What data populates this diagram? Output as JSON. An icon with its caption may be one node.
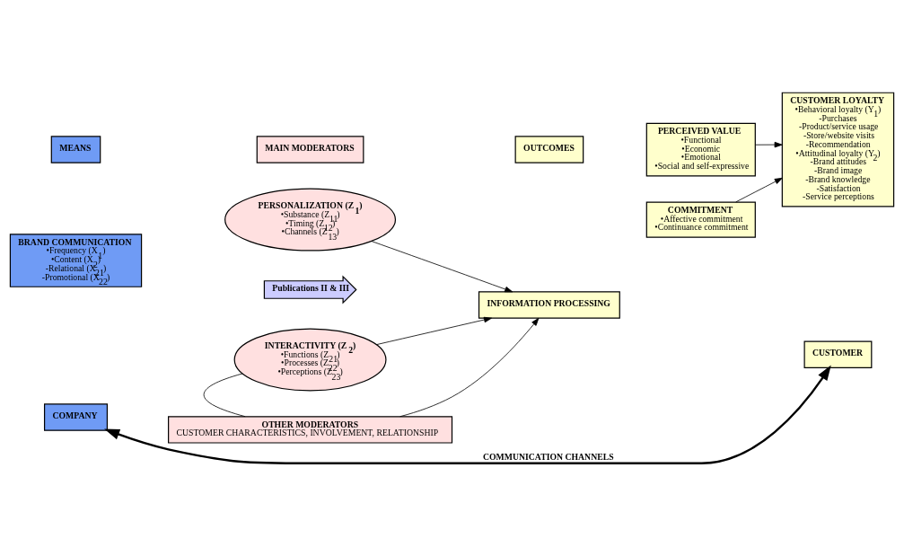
{
  "diagram": {
    "nodes": [
      {
        "text": [
          "MEANS"
        ]
      },
      {
        "text": [
          "MAIN MODERATORS"
        ]
      },
      {
        "text": [
          "OUTCOMES"
        ]
      },
      {
        "text": [
          "BRAND COMMUNICATION",
          "•Frequency (X$_{1}$)",
          "•Content (X$_{2}$)",
          "-Relational (X$_{21}$)",
          "-Promotional (X$_{22}$)"
        ]
      },
      {
        "text": [
          "PERSONALIZATION (Z$_{1}$)",
          "•Substance (Z$_{11}$)",
          "•Timing (Z$_{12}$)",
          "•Channels (Z$_{13}$)"
        ]
      },
      {
        "text": [
          "INTERACTIVITY (Z$_{2}$)",
          "•Functions (Z$_{21}$)",
          "•Processes (Z$_{22}$)",
          "•Perceptions (Z$_{23}$)"
        ]
      },
      {
        "text": [
          "OTHER MODERATORS",
          "CUSTOMER CHARACTERISTICS, INVOLVEMENT, RELATIONSHIP"
        ]
      },
      {
        "text": [
          "INFORMATION PROCESSING"
        ]
      },
      {
        "text": [
          "PERCEIVED VALUE",
          "•Functional",
          "•Economic",
          "•Emotional",
          "•Social and self-expressive"
        ]
      },
      {
        "text": [
          "COMMITMENT",
          "•Affective commitment",
          "•Continuance commitment"
        ]
      },
      {
        "text": [
          "CUSTOMER LOYALTY",
          "•Behavioral loyalty (Y$_{1}$)",
          "-Purchases",
          "-Product/service usage",
          "-Store/website visits",
          "-Recommendation",
          "•Attitudinal loyalty (Y$_{2}$)",
          "-Brand attitudes",
          "-Brand image",
          "-Brand knowledge",
          "-Satisfaction",
          "-Service perceptions"
        ]
      },
      {
        "text": [
          "Publications II & III"
        ]
      },
      {
        "text": [
          "COMPANY"
        ]
      },
      {
        "text": [
          "CUSTOMER"
        ]
      }
    ],
    "edges": [
      {
        "from": 4,
        "to": 7,
        "arrow": "to"
      },
      {
        "from": 5,
        "to": 7,
        "arrow": "to"
      },
      {
        "from": 6,
        "to": 7,
        "arrow": "to"
      },
      {
        "from": 5,
        "to": 6,
        "arrow": "none"
      },
      {
        "from": 8,
        "to": 10,
        "arrow": "to"
      },
      {
        "from": 9,
        "to": 10,
        "arrow": "to"
      },
      {
        "from": 12,
        "to": 13,
        "arrow": "both",
        "style": "thick",
        "label": "COMMUNICATION CHANNELS"
      }
    ]
  }
}
